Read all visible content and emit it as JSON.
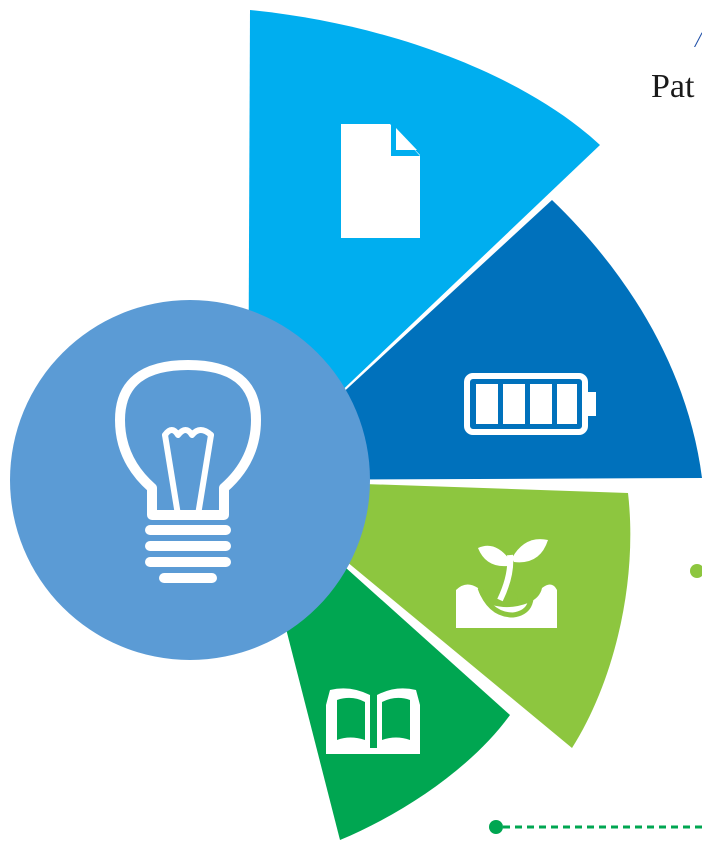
{
  "diagram": {
    "segments": [
      {
        "id": "document",
        "icon": "document-icon",
        "color": "#00AEEF"
      },
      {
        "id": "battery",
        "icon": "battery-icon",
        "color": "#0071BC"
      },
      {
        "id": "plant",
        "icon": "sprout-icon",
        "color": "#8DC63F"
      },
      {
        "id": "book",
        "icon": "book-icon",
        "color": "#00A651"
      }
    ],
    "center": {
      "icon": "lightbulb-icon",
      "color": "#5B9BD5"
    },
    "edge_texts": {
      "top_slash": "/",
      "pat": "Pat"
    },
    "connector_color": "#39B54A"
  }
}
